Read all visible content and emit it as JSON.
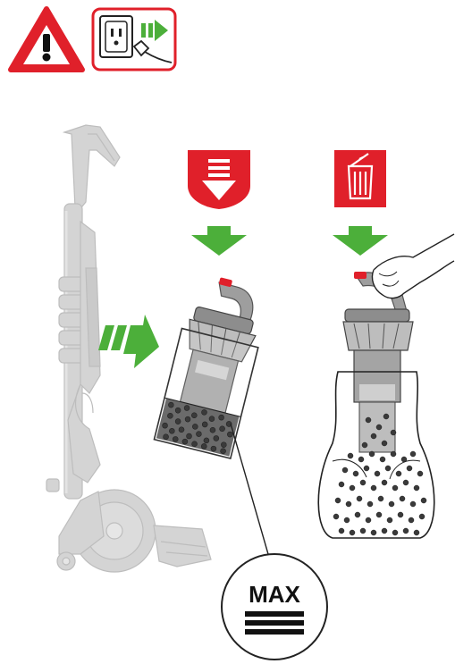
{
  "warning_icons": [
    {
      "name": "warning-triangle-icon",
      "color": "#e0202a"
    },
    {
      "name": "unplug-power-icon",
      "color": "#e0202a"
    }
  ],
  "steps": [
    {
      "name": "release-bin-step",
      "symbol": "down-arrow-icon",
      "badge_color": "#e0202a",
      "arrow_color": "#4caf3a"
    },
    {
      "name": "empty-bin-step",
      "symbol": "trash-bin-icon",
      "badge_color": "#e0202a",
      "arrow_color": "#4caf3a"
    }
  ],
  "callout": {
    "text": "MAX",
    "icon": "max-fill-line-icon"
  },
  "colors": {
    "red": "#e0202a",
    "green": "#4caf3a",
    "vacuum_grey": "#c8c8c8",
    "dark_grey": "#6b6b6b",
    "debris": "#555555"
  }
}
